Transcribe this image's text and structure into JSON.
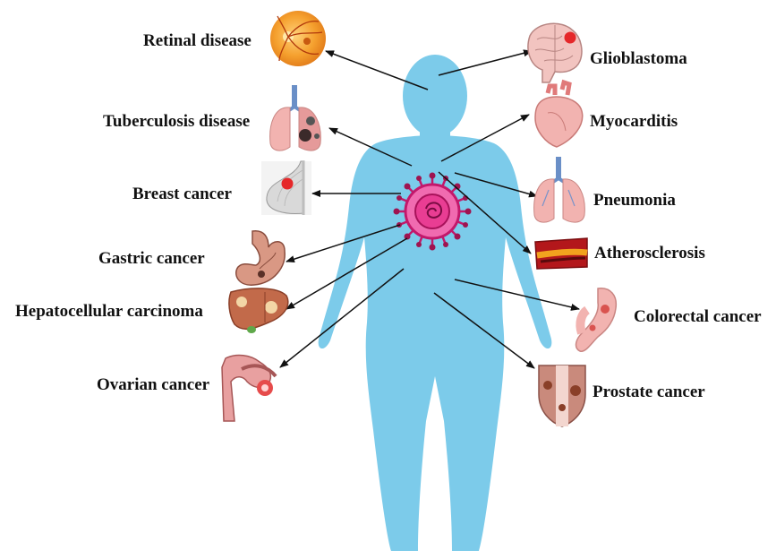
{
  "labels": {
    "retinal": "Retinal disease",
    "tuberculosis": "Tuberculosis disease",
    "breast": "Breast cancer",
    "gastric": "Gastric cancer",
    "hepatocellular": "Hepatocellular carcinoma",
    "ovarian": "Ovarian cancer",
    "glioblastoma": "Glioblastoma",
    "myocarditis": "Myocarditis",
    "pneumonia": "Pneumonia",
    "atherosclerosis": "Atherosclerosis",
    "colorectal": "Colorectal cancer",
    "prostate": "Prostate cancer"
  },
  "colors": {
    "body": "#7ccbea",
    "virus": "#e0348f",
    "arrow": "#111111",
    "organ": "#f2b3b0",
    "retina": "#f39a2a"
  },
  "icons": [
    "retina-icon",
    "lungs-icon",
    "breast-icon",
    "stomach-icon",
    "liver-icon",
    "uterus-icon",
    "brain-icon",
    "heart-icon",
    "artery-icon",
    "colon-icon",
    "prostate-icon",
    "virus-icon",
    "human-body-icon"
  ]
}
